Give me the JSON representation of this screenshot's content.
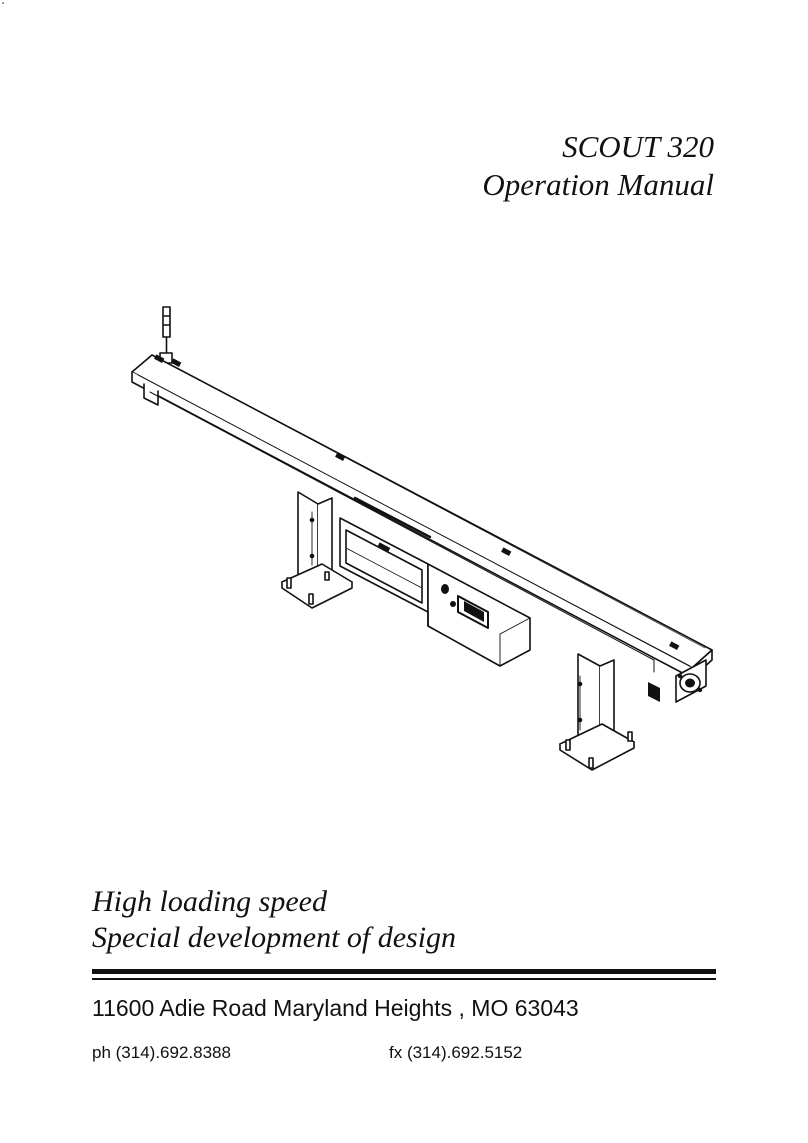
{
  "document": {
    "title_line1": "SCOUT 320",
    "title_line2": "Operation Manual",
    "tagline_line1": "High loading speed",
    "tagline_line2": "Special development of design",
    "address": "11600 Adie Road Maryland Heights , MO 63043",
    "phone": "ph (314).692.8388",
    "fax": "fx (314).692.5152"
  }
}
